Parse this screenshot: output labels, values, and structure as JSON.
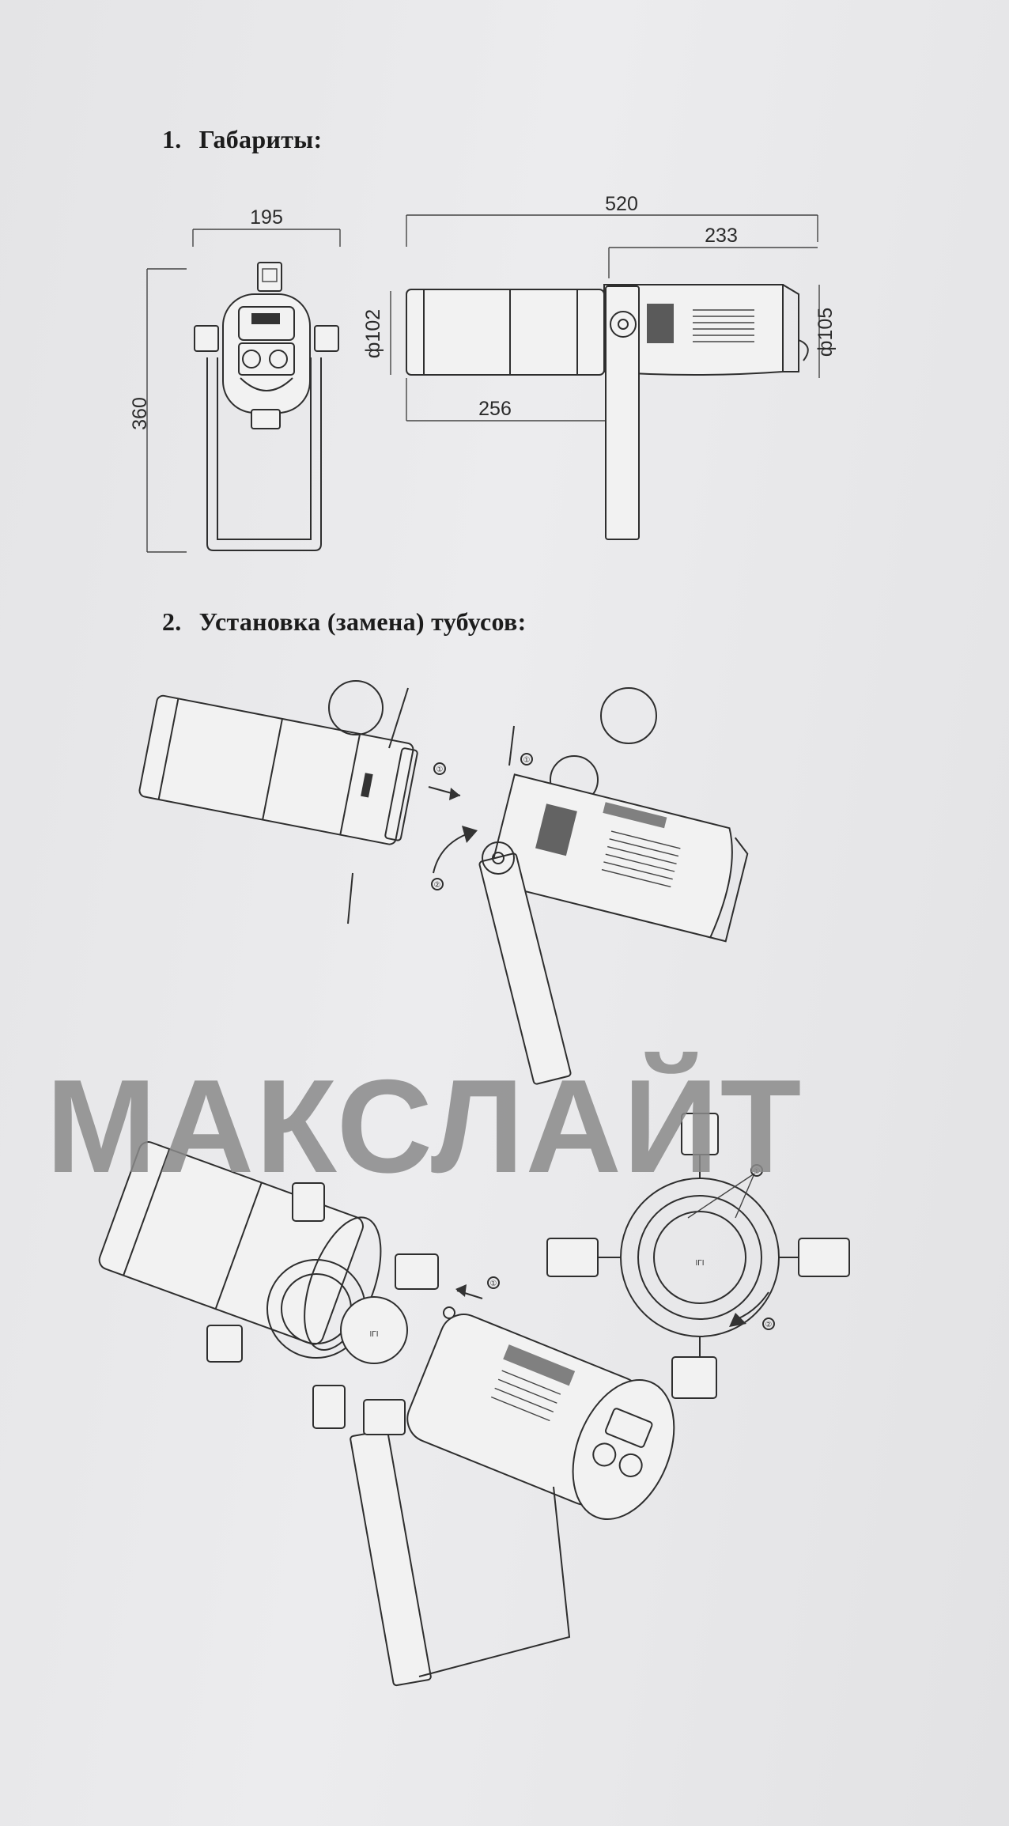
{
  "sections": [
    {
      "number": "1.",
      "title": "Габариты:"
    },
    {
      "number": "2.",
      "title": "Установка (замена) тубусов:"
    }
  ],
  "dimensions": {
    "front_width": "195",
    "front_height": "360",
    "total_length": "520",
    "rear_length": "233",
    "front_length": "256",
    "lens_diameter": "ф102",
    "rear_diameter": "ф105"
  },
  "step_markers": [
    "①",
    "②"
  ],
  "gobo_label": "IГI",
  "watermark": "МАКСЛАЙТ"
}
